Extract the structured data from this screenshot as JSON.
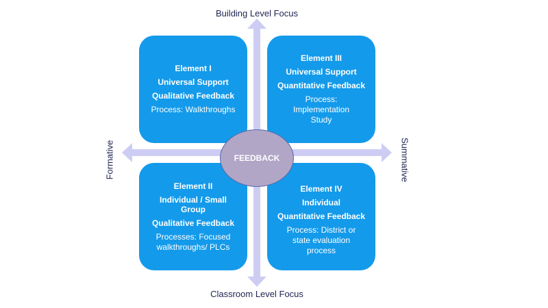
{
  "axes": {
    "top": "Building Level Focus",
    "bottom": "Classroom  Level Focus",
    "left": "Formative",
    "right": "Summative"
  },
  "center": "FEEDBACK",
  "elements": [
    {
      "title": "Element I",
      "scope": "Universal Support",
      "type": "Qualitative Feedback",
      "process": "Process: Walkthroughs"
    },
    {
      "title": "Element III",
      "scope": "Universal Support",
      "type": "Quantitative Feedback",
      "process": "Process: Implementation Study"
    },
    {
      "title": "Element II",
      "scope": "Individual  / Small Group",
      "type": "Qualitative Feedback",
      "process": "Processes: Focused walkthroughs/ PLCs"
    },
    {
      "title": "Element IV",
      "scope": "Individual",
      "type": "Quantitative Feedback",
      "process": "Process: District or state evaluation process"
    }
  ],
  "colors": {
    "box": "#149aea",
    "arrow": "#cdcdf4",
    "ellipse": "#b1a6c6",
    "text": "#1f2350"
  }
}
